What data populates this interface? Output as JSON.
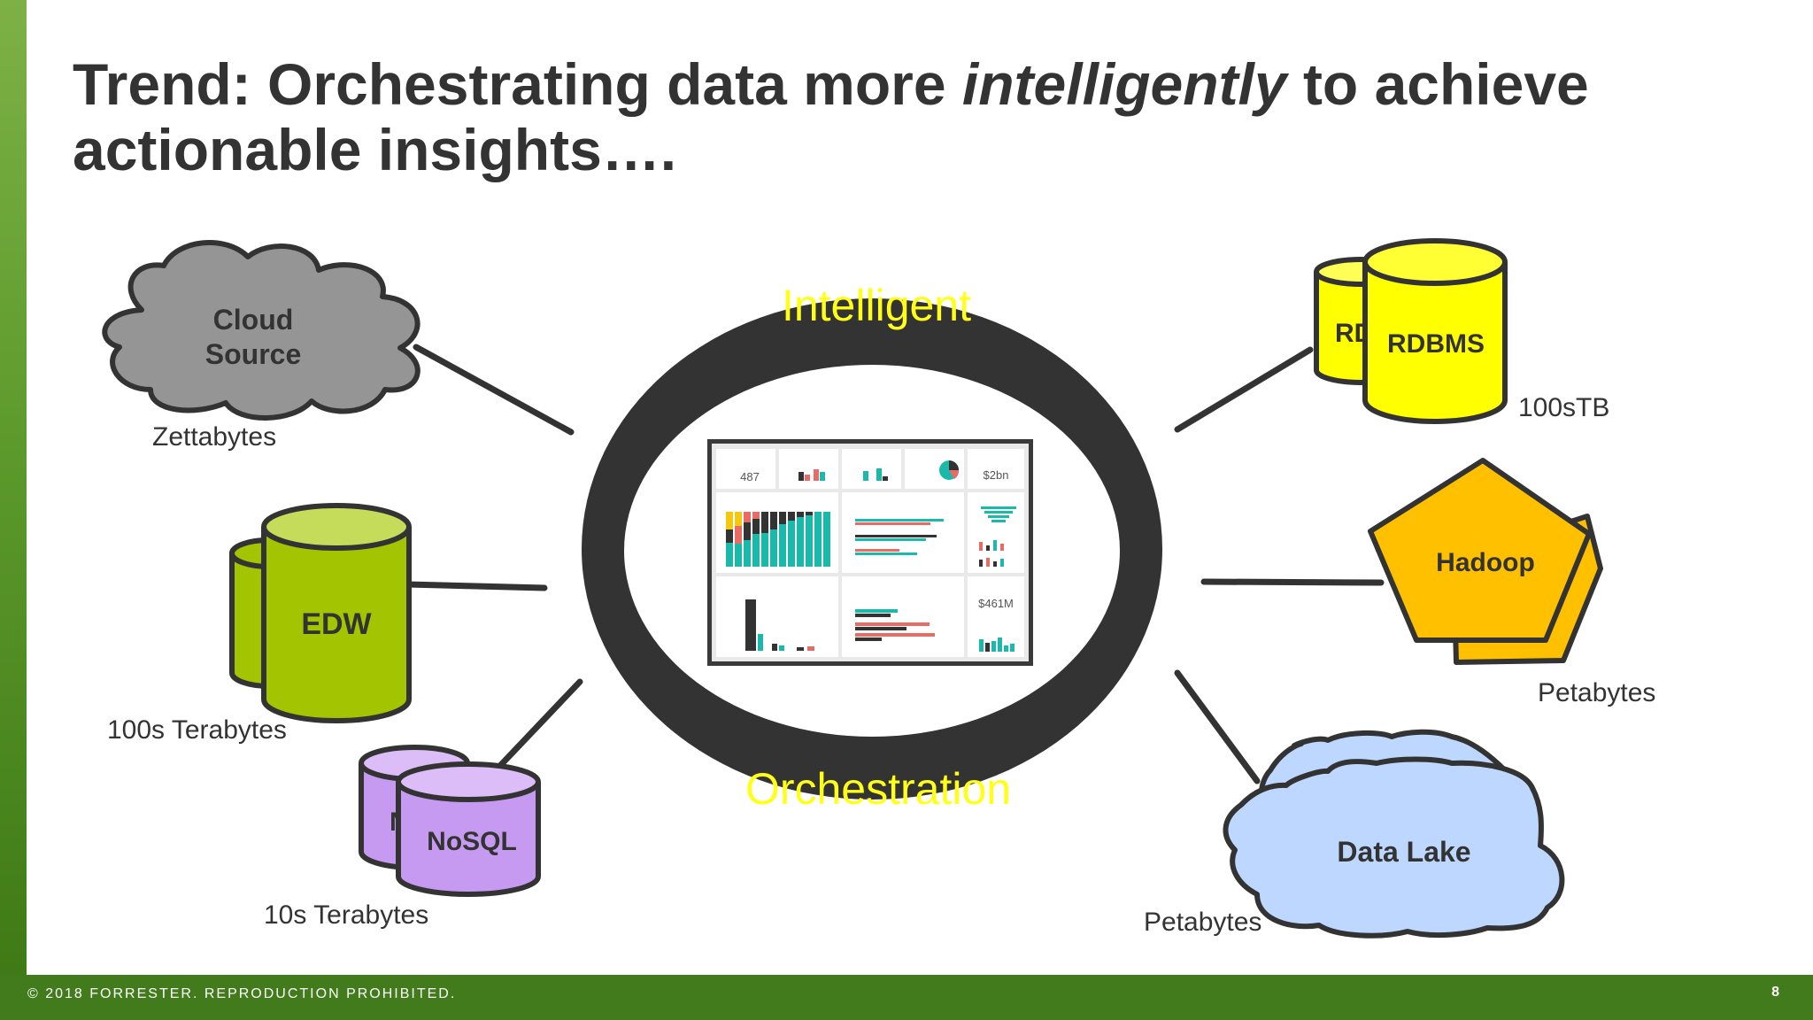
{
  "title": {
    "part1": "Trend: Orchestrating data more ",
    "italic": "intelligently",
    "part2": " to achieve actionable insights…."
  },
  "ring": {
    "top_label": "Intelligent",
    "bottom_label": "Orchestration",
    "ring_color": "#333333",
    "label_color": "#ffff1a"
  },
  "dashboard": {
    "opportunity_count": "487",
    "revenue": "$2bn",
    "current_revenue": "$461M"
  },
  "sources": {
    "cloud": {
      "line1": "Cloud",
      "line2": "Source",
      "size": "Zettabytes",
      "color": "#959595"
    },
    "edw": {
      "name": "EDW",
      "size": "100s Terabytes",
      "color": "#a3c400"
    },
    "nosql": {
      "name": "NoSQL",
      "back_partial": "N",
      "size": "10s Terabytes",
      "color": "#c79af2"
    },
    "rdbms": {
      "name": "RDBMS",
      "back_partial": "RD",
      "size": "100sTB",
      "color": "#ffff00"
    },
    "hadoop": {
      "name": "Hadoop",
      "size": "Petabytes",
      "color": "#ffc000"
    },
    "datalake": {
      "name": "Data Lake",
      "size": "Petabytes",
      "color": "#bdd7ff"
    }
  },
  "footer": {
    "copyright": "© 2018 FORRESTER. REPRODUCTION PROHIBITED.",
    "page_number": "8"
  }
}
